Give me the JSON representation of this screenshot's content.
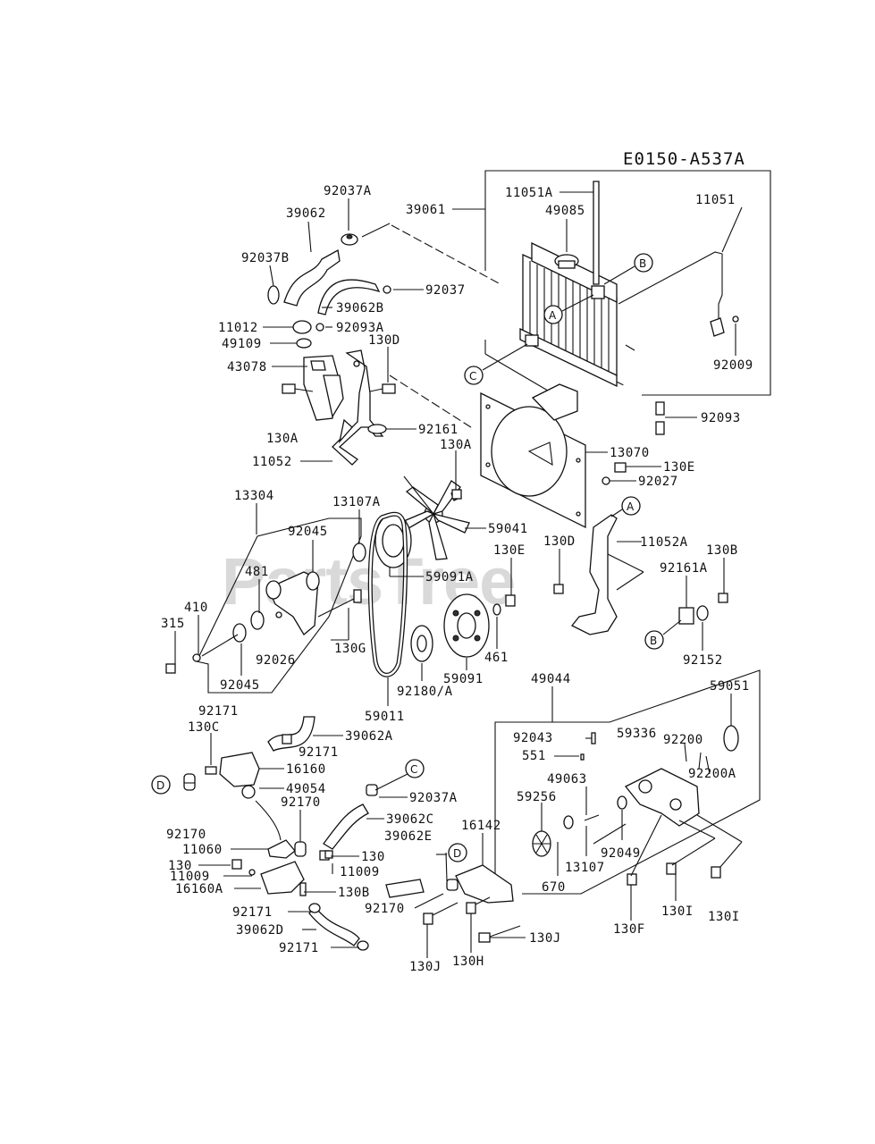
{
  "diagram_code": "E0150-A537A",
  "watermark": "PartsTree",
  "callouts": [
    "A",
    "B",
    "C",
    "D"
  ],
  "callout_instances": [
    {
      "key": "A",
      "text": "A"
    },
    {
      "key": "B",
      "text": "B"
    },
    {
      "key": "C",
      "text": "C"
    },
    {
      "key": "A2",
      "text": "A"
    },
    {
      "key": "B2",
      "text": "B"
    },
    {
      "key": "C2",
      "text": "C"
    },
    {
      "key": "D",
      "text": "D"
    },
    {
      "key": "D2",
      "text": "D"
    }
  ],
  "part_labels": [
    {
      "id": "11051A",
      "text": "11051A"
    },
    {
      "id": "11051",
      "text": "11051"
    },
    {
      "id": "49085",
      "text": "49085"
    },
    {
      "id": "39061",
      "text": "39061"
    },
    {
      "id": "92037A_top",
      "text": "92037A"
    },
    {
      "id": "39062",
      "text": "39062"
    },
    {
      "id": "92037B",
      "text": "92037B"
    },
    {
      "id": "92037",
      "text": "92037"
    },
    {
      "id": "39062B",
      "text": "39062B"
    },
    {
      "id": "11012",
      "text": "11012"
    },
    {
      "id": "92093A",
      "text": "92093A"
    },
    {
      "id": "49109",
      "text": "49109"
    },
    {
      "id": "130D_top",
      "text": "130D"
    },
    {
      "id": "43078",
      "text": "43078"
    },
    {
      "id": "92009",
      "text": "92009"
    },
    {
      "id": "92093",
      "text": "92093"
    },
    {
      "id": "92161",
      "text": "92161"
    },
    {
      "id": "130A_left",
      "text": "130A"
    },
    {
      "id": "130A_mid",
      "text": "130A"
    },
    {
      "id": "11052",
      "text": "11052"
    },
    {
      "id": "13070",
      "text": "13070"
    },
    {
      "id": "130E_right",
      "text": "130E"
    },
    {
      "id": "92027",
      "text": "92027"
    },
    {
      "id": "13304",
      "text": "13304"
    },
    {
      "id": "13107A",
      "text": "13107A"
    },
    {
      "id": "59041",
      "text": "59041"
    },
    {
      "id": "11052A",
      "text": "11052A"
    },
    {
      "id": "92045_top",
      "text": "92045"
    },
    {
      "id": "59091A",
      "text": "59091A"
    },
    {
      "id": "130E_mid",
      "text": "130E"
    },
    {
      "id": "130D_mid",
      "text": "130D"
    },
    {
      "id": "130B_right",
      "text": "130B"
    },
    {
      "id": "481",
      "text": "481"
    },
    {
      "id": "92161A",
      "text": "92161A"
    },
    {
      "id": "410",
      "text": "410"
    },
    {
      "id": "315",
      "text": "315"
    },
    {
      "id": "130G",
      "text": "130G"
    },
    {
      "id": "461",
      "text": "461"
    },
    {
      "id": "92026",
      "text": "92026"
    },
    {
      "id": "92045_bot",
      "text": "92045"
    },
    {
      "id": "92152",
      "text": "92152"
    },
    {
      "id": "59091",
      "text": "59091"
    },
    {
      "id": "92180A",
      "text": "92180/A"
    },
    {
      "id": "49044",
      "text": "49044"
    },
    {
      "id": "59011",
      "text": "59011"
    },
    {
      "id": "59051",
      "text": "59051"
    },
    {
      "id": "92171_a",
      "text": "92171"
    },
    {
      "id": "130C",
      "text": "130C"
    },
    {
      "id": "39062A",
      "text": "39062A"
    },
    {
      "id": "92043",
      "text": "92043"
    },
    {
      "id": "92200",
      "text": "92200"
    },
    {
      "id": "59336",
      "text": "59336"
    },
    {
      "id": "92171_b",
      "text": "92171"
    },
    {
      "id": "551",
      "text": "551"
    },
    {
      "id": "16160",
      "text": "16160"
    },
    {
      "id": "49063",
      "text": "49063"
    },
    {
      "id": "92200A",
      "text": "92200A"
    },
    {
      "id": "49054",
      "text": "49054"
    },
    {
      "id": "59256",
      "text": "59256"
    },
    {
      "id": "92037A_bot",
      "text": "92037A"
    },
    {
      "id": "92170_a",
      "text": "92170"
    },
    {
      "id": "39062C",
      "text": "39062C"
    },
    {
      "id": "16142",
      "text": "16142"
    },
    {
      "id": "92170_b",
      "text": "92170"
    },
    {
      "id": "39062E",
      "text": "39062E"
    },
    {
      "id": "92049",
      "text": "92049"
    },
    {
      "id": "11060",
      "text": "11060"
    },
    {
      "id": "13107",
      "text": "13107"
    },
    {
      "id": "130_a",
      "text": "130"
    },
    {
      "id": "130_b",
      "text": "130"
    },
    {
      "id": "11009_a",
      "text": "11009"
    },
    {
      "id": "11009_b",
      "text": "11009"
    },
    {
      "id": "670",
      "text": "670"
    },
    {
      "id": "16160A",
      "text": "16160A"
    },
    {
      "id": "130B_bot",
      "text": "130B"
    },
    {
      "id": "92170_c",
      "text": "92170"
    },
    {
      "id": "130I_a",
      "text": "130I"
    },
    {
      "id": "130I_b",
      "text": "130I"
    },
    {
      "id": "92171_c",
      "text": "92171"
    },
    {
      "id": "130F",
      "text": "130F"
    },
    {
      "id": "39062D",
      "text": "39062D"
    },
    {
      "id": "130J_right",
      "text": "130J"
    },
    {
      "id": "92171_d",
      "text": "92171"
    },
    {
      "id": "130J_left",
      "text": "130J"
    },
    {
      "id": "130H",
      "text": "130H"
    }
  ]
}
